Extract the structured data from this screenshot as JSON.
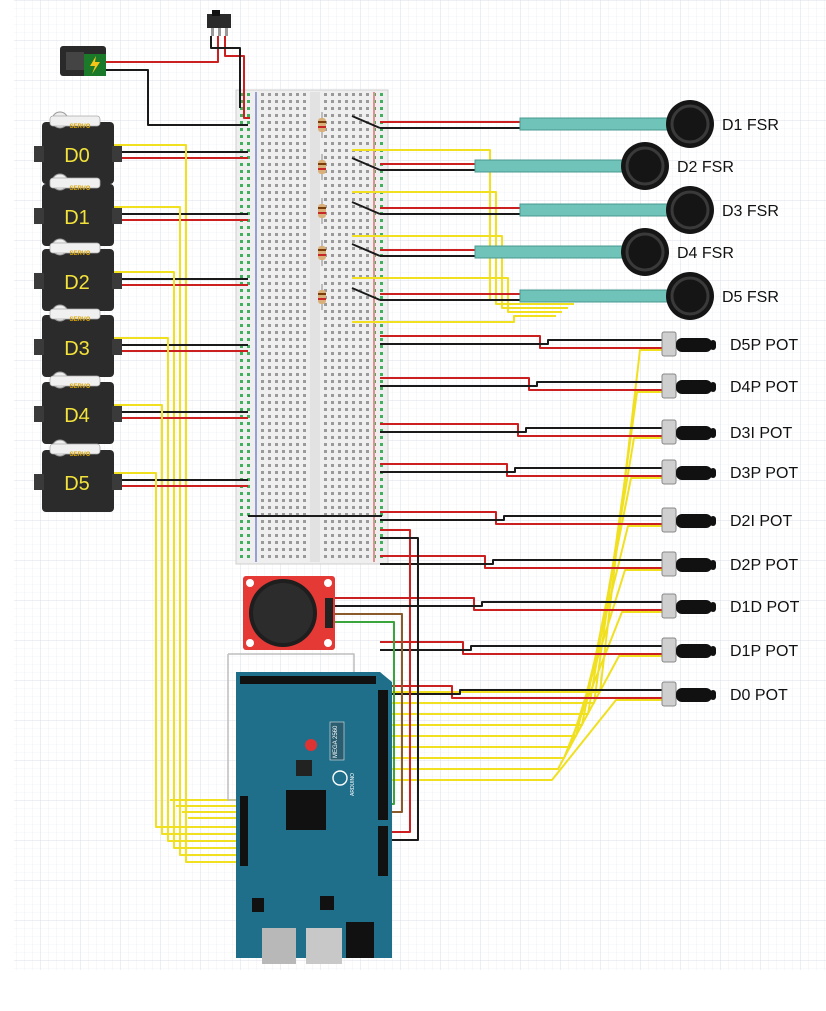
{
  "servos": [
    {
      "label": "D0",
      "brand": "SERVO"
    },
    {
      "label": "D1",
      "brand": "SERVO"
    },
    {
      "label": "D2",
      "brand": "SERVO"
    },
    {
      "label": "D3",
      "brand": "SERVO"
    },
    {
      "label": "D4",
      "brand": "SERVO"
    },
    {
      "label": "D5",
      "brand": "SERVO"
    }
  ],
  "fsr_sensors": [
    {
      "label": "D1 FSR"
    },
    {
      "label": "D2 FSR"
    },
    {
      "label": "D3 FSR"
    },
    {
      "label": "D4 FSR"
    },
    {
      "label": "D5 FSR"
    }
  ],
  "potentiometers": [
    {
      "label": "D5P POT"
    },
    {
      "label": "D4P POT"
    },
    {
      "label": "D3I POT"
    },
    {
      "label": "D3P POT"
    },
    {
      "label": "D2I POT"
    },
    {
      "label": "D2P POT"
    },
    {
      "label": "D1D POT"
    },
    {
      "label": "D1P POT"
    },
    {
      "label": "D0 POT"
    }
  ],
  "arduino": {
    "board_text": "MEGA 2560",
    "brand_text": "ARDUINO"
  },
  "colors": {
    "grid": "#dfe3ec",
    "wire_red": "#cc1f1f",
    "wire_black": "#1a1a1a",
    "wire_yellow": "#f0e020",
    "wire_green": "#3aa53a",
    "wire_brown": "#8a5a2b",
    "board_teal": "#1f6f8b",
    "servo_body": "#2b2b2b",
    "servo_label": "#f2e23a",
    "joystick_red": "#e53935",
    "fsr_teal": "#6fc3b8",
    "breadboard": "#f2f2f2"
  }
}
